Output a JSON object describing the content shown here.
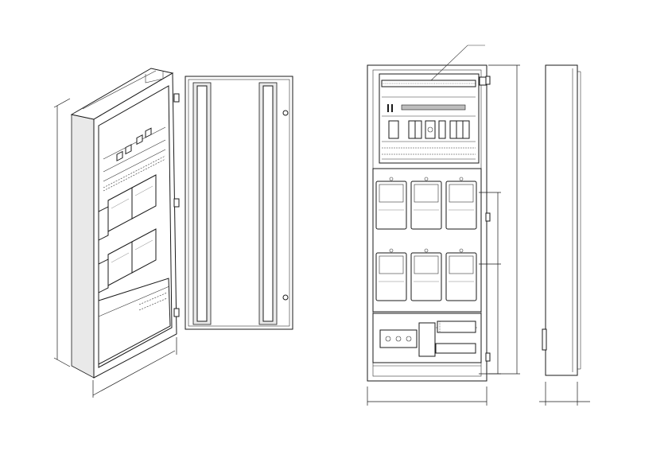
{
  "title": "",
  "views": [
    {
      "id": "isometric",
      "label": ""
    },
    {
      "id": "front",
      "label": ""
    },
    {
      "id": "side",
      "label": ""
    }
  ],
  "dimension_labels": [],
  "colors": {
    "line": "#1a1a1a",
    "door_shade": "#e9e9e9",
    "background": "#ffffff"
  }
}
